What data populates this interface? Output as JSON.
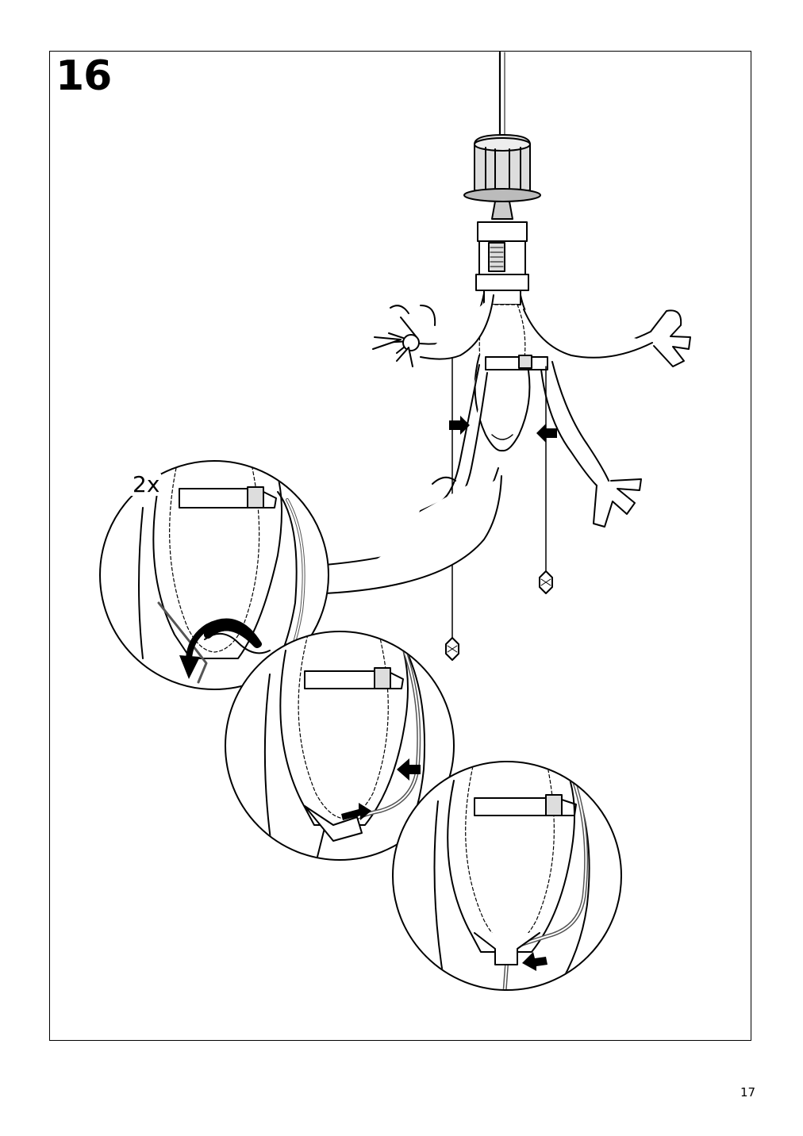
{
  "step": {
    "number": "16"
  },
  "detail": {
    "quantity_label": "2x"
  },
  "footer": {
    "page_number": "17"
  },
  "icons": [
    "ceiling-cup",
    "cord",
    "lamp-socket",
    "bulb",
    "shade-arms",
    "pendant-ornament",
    "direction-arrow",
    "magnifier-callout"
  ]
}
